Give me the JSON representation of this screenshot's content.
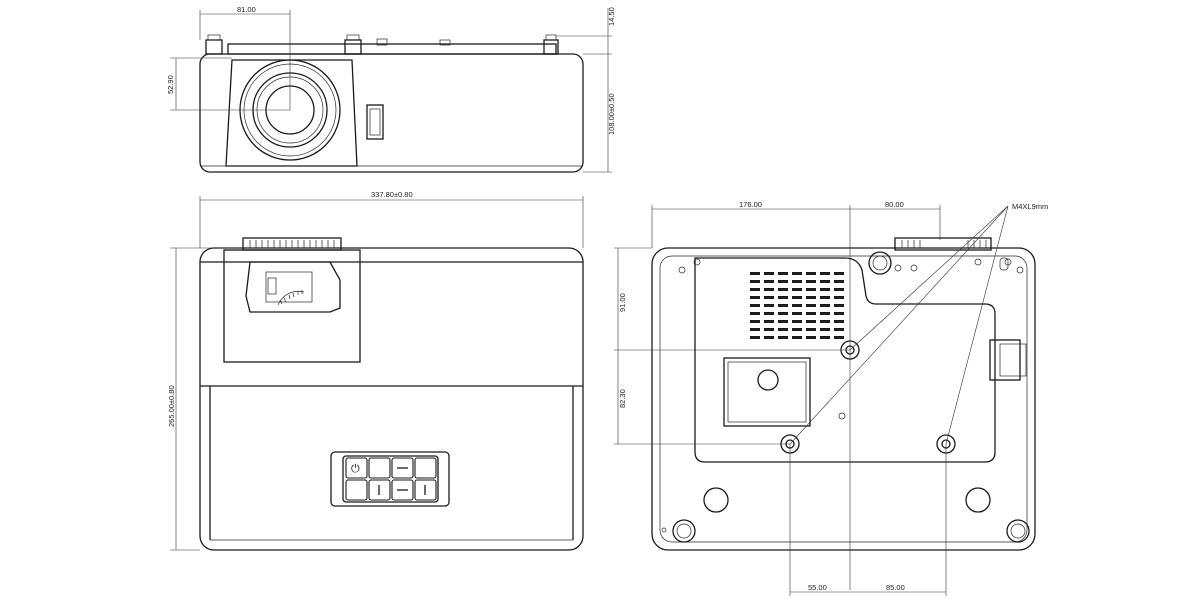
{
  "front_view": {
    "dim_lens_offset_x": "81.00",
    "dim_lens_height": "52.90",
    "dim_foot_height": "14.50",
    "dim_body_height": "108.00±0.50"
  },
  "top_view": {
    "dim_width": "337.80±0.80",
    "dim_depth": "265.00±0.80",
    "power_symbol": "⏻"
  },
  "bottom_view": {
    "dim_mount_x": "176.00",
    "dim_mount_x2": "80.00",
    "dim_screw_label": "M4XL9mm",
    "dim_mount_y1": "91.00",
    "dim_mount_y2": "82.30",
    "dim_hole_a": "55.00",
    "dim_hole_b": "85.00"
  }
}
